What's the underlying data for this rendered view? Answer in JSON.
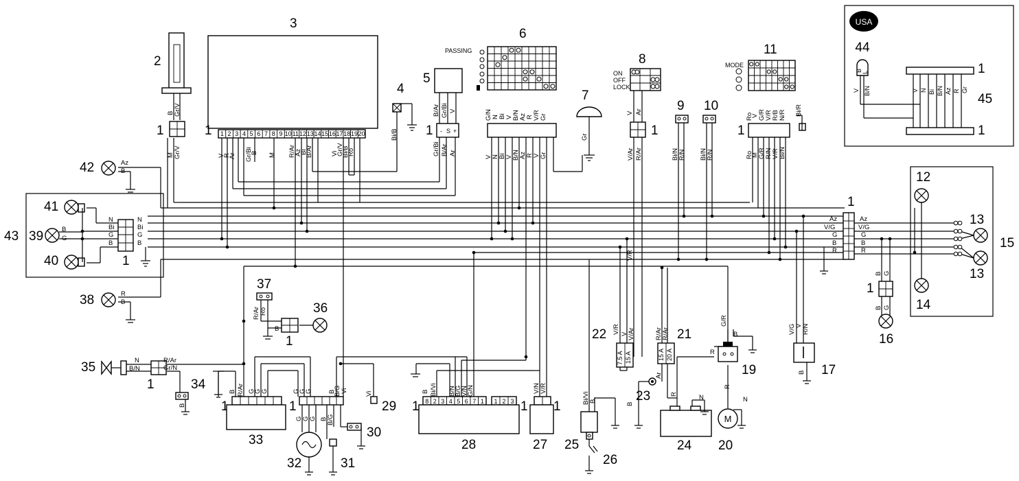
{
  "callouts": {
    "c1": "1",
    "c2": "2",
    "c3": "3",
    "c4": "4",
    "c5": "5",
    "c6": "6",
    "c7": "7",
    "c8": "8",
    "c9": "9",
    "c10": "10",
    "c11": "11",
    "c12": "12",
    "c13": "13",
    "c14": "14",
    "c15": "15",
    "c16": "16",
    "c17": "17",
    "c19": "19",
    "c20": "20",
    "c21": "21",
    "c22": "22",
    "c23": "23",
    "c24": "24",
    "c25": "25",
    "c26": "26",
    "c27": "27",
    "c28": "28",
    "c29": "29",
    "c30": "30",
    "c31": "31",
    "c32": "32",
    "c33": "33",
    "c34": "34",
    "c35": "35",
    "c36": "36",
    "c37": "37",
    "c38": "38",
    "c39": "39",
    "c40": "40",
    "c41": "41",
    "c42": "42",
    "c43": "43",
    "c44": "44",
    "c45": "45"
  },
  "usa_badge": "USA",
  "switch_labels": {
    "passing": "PASSING",
    "on": "ON",
    "off": "OFF",
    "lock": "LOCK",
    "mode": "MODE"
  },
  "fuses": {
    "f22a": "7.5 A",
    "f22b": "15 A",
    "f21a": "15 A",
    "f21b": "20 A"
  },
  "motor_label": "M",
  "wires": {
    "B": "B",
    "GrV": "Gr/V",
    "M": "M",
    "V": "V",
    "R": "R",
    "Ar": "Ar",
    "GrBi": "Gr/Bi",
    "RAr": "R/Ar",
    "Az": "Az",
    "Bi": "Bi",
    "BAr": "B/Ar",
    "Vi": "Vi",
    "BiB": "Bi/B",
    "Ro": "Ro",
    "N": "N",
    "BN": "B/N",
    "VR": "V/R",
    "Gr": "Gr",
    "GN": "G/N",
    "VAr": "V/Ar",
    "BiN": "Bi/N",
    "RN": "R/N",
    "GR": "G/R",
    "NR": "N/R",
    "VN": "V/N",
    "BiR": "Bi/R",
    "G": "G",
    "VG": "V/G",
    "BG": "B/G",
    "BiVi": "Bi/Vi",
    "GrN": "Gr/N",
    "L": "L",
    "RoAr": "Ro"
  },
  "ecu_pins": [
    "1",
    "2",
    "3",
    "4",
    "5",
    "6",
    "7",
    "8",
    "9",
    "10",
    "11",
    "12",
    "13",
    "14",
    "15",
    "16",
    "17",
    "18",
    "19",
    "20"
  ],
  "conn28_pins": [
    "8",
    "2",
    "3",
    "4",
    "5",
    "6",
    "7",
    "1"
  ],
  "conn28_pins_b": [
    "1",
    "2",
    "3"
  ]
}
